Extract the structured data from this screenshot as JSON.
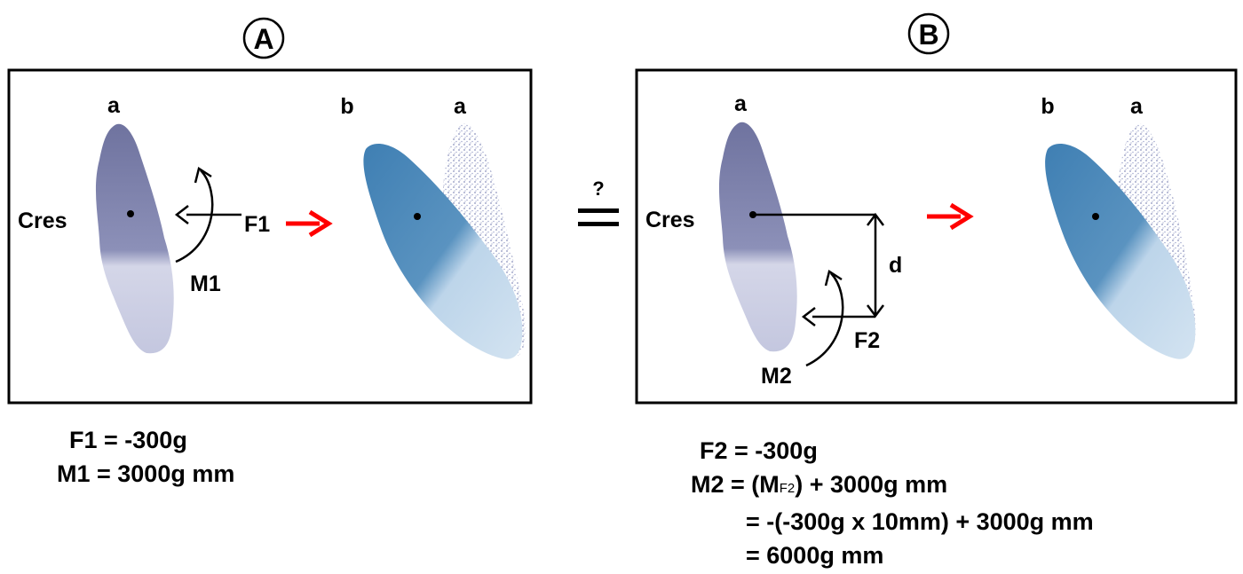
{
  "panel_a": {
    "circle_label": "A",
    "tooth_labels": [
      "a",
      "b",
      "a"
    ],
    "cres_label": "Cres",
    "force_label": "F1",
    "moment_label": "M1"
  },
  "panel_b": {
    "circle_label": "B",
    "tooth_labels": [
      "a",
      "b",
      "a"
    ],
    "cres_label": "Cres",
    "distance_label": "d",
    "force_label": "F2",
    "moment_label": "M2"
  },
  "equivalence": {
    "question": "?"
  },
  "equations_a": {
    "line1": "F1 = -300g",
    "line2": "M1 = 3000g mm"
  },
  "equations_b": {
    "line1": "F2 = -300g",
    "line2_prefix": "M2 = (M",
    "line2_subscript": "F2",
    "line2_suffix": ") + 3000g mm",
    "line3": "= -(-300g x 10mm) + 3000g mm",
    "line4": "= 6000g mm"
  },
  "colors": {
    "tooth_crown_gray": "#7b7fa8",
    "tooth_root_gray": "#d6d8e8",
    "tooth_crown_blue": "#4a86b8",
    "tooth_root_blue": "#c9dcec",
    "speckle": "#8890bb",
    "arrow_red": "#ff0000"
  }
}
